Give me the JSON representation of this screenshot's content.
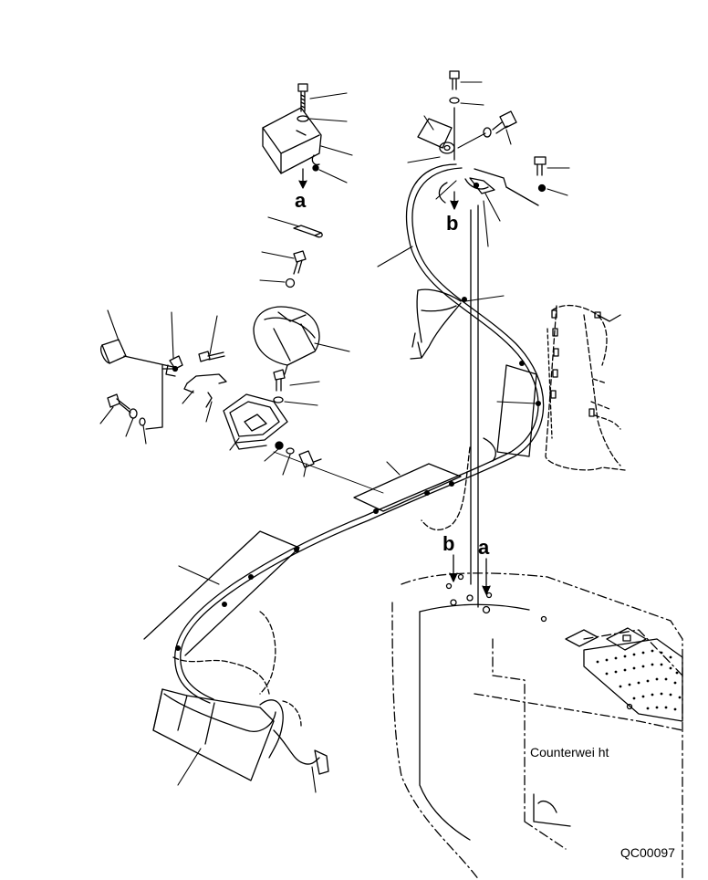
{
  "labels": {
    "ref_a_top": "a",
    "ref_b_top": "b",
    "ref_b_bottom": "b",
    "ref_a_bottom": "a",
    "counterweight": "Counterwei  ht",
    "drawing_code": "QC00097"
  },
  "colors": {
    "line": "#000000",
    "background": "#ffffff"
  }
}
